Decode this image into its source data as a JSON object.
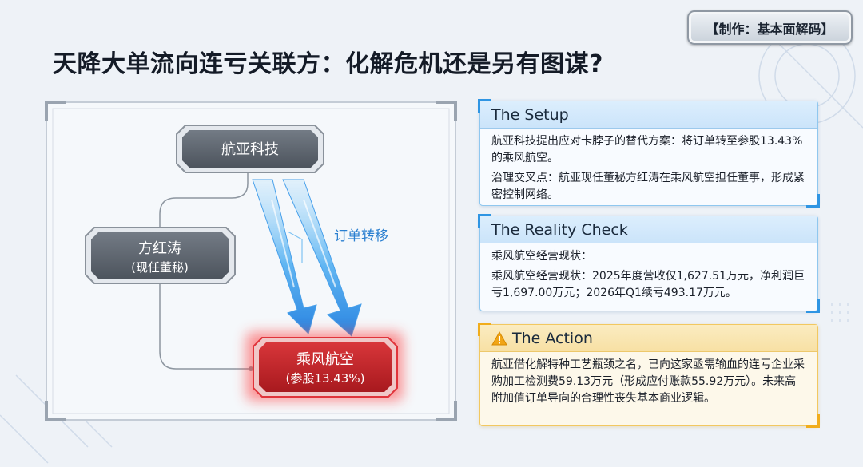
{
  "badge": "【制作：基本面解码】",
  "title": "天降大单流向连亏关联方：化解危机还是另有图谋?",
  "diagram": {
    "nodes": {
      "hangya": {
        "label": "航亚科技"
      },
      "fang": {
        "label": "方红涛",
        "sublabel": "(现任董秘)"
      },
      "chengfeng": {
        "label": "乘风航空",
        "sublabel": "(参股13.43%)"
      }
    },
    "flow_label": "订单转移"
  },
  "cards": {
    "setup": {
      "heading": "The Setup",
      "lines": [
        "航亚科技提出应对卡脖子的替代方案：将订单转至参股13.43%的乘风航空。",
        "治理交叉点：航亚现任董秘方红涛在乘风航空担任董事，形成紧密控制网络。"
      ]
    },
    "reality": {
      "heading": "The Reality Check",
      "lines": [
        "乘风航空经营现状：",
        "乘风航空经营现状：2025年度营收仅1,627.51万元，净利润巨亏1,697.00万元；2026年Q1续亏493.17万元。"
      ]
    },
    "action": {
      "heading": "The Action",
      "icon": "warning-icon",
      "lines": [
        "航亚借化解特种工艺瓶颈之名，已向这家亟需输血的连亏企业采购加工检测费59.13万元（形成应付账款55.92万元）。未来高附加值订单导向的合理性丧失基本商业逻辑。"
      ]
    }
  },
  "colors": {
    "accent_blue": "#2f95e3",
    "node_gray": "#5e6670",
    "node_red": "#c9262b",
    "warning": "#f1ad1c"
  }
}
